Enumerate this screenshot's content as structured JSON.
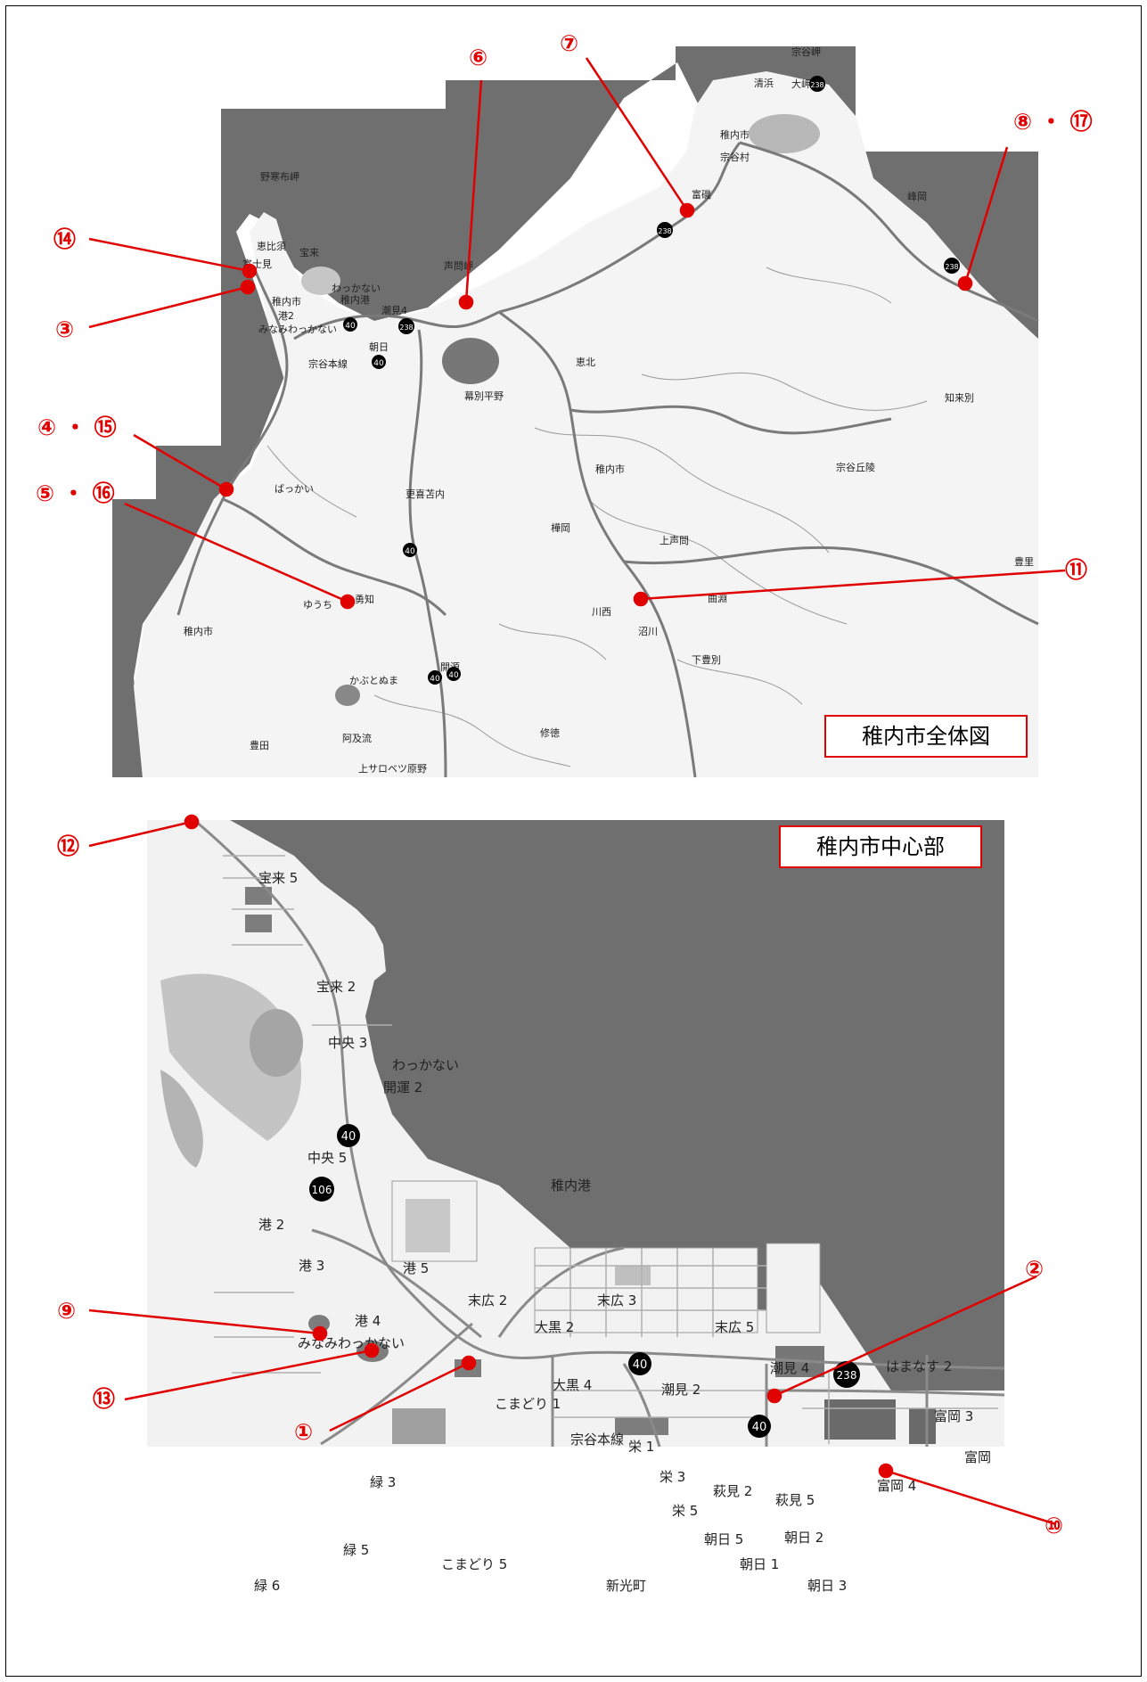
{
  "overview_map": {
    "title": "稚内市全体図",
    "labels": {
      "noshappu": "野寒布岬",
      "ebisu": "恵比須",
      "takara": "宝来",
      "fujimi": "富士見",
      "wakkanai_city": "稚内市",
      "minato2": "港2",
      "minami": "みなみわっかない",
      "wakkanai_kou": "わっかない",
      "wakkanai_port": "稚内港",
      "shiomi4": "潮見4",
      "asahi": "朝日",
      "koetoi": "声問岬",
      "bakubetsu": "幕別平野",
      "keihoku": "恵北",
      "soya_line": "宗谷本線",
      "hakkai": "ばっかい",
      "sarakishinai": "更喜苫内",
      "yuuchi": "ゆうち",
      "yuchi_town": "勇知",
      "wakkanai_west": "稚内市",
      "kabutonuma": "かぶとぬま",
      "kaigen": "開源",
      "toyota": "豊田",
      "abashiri": "阿及流",
      "kami_sarobetsu": "上サロベツ原野",
      "soya_cape": "宗谷岬",
      "otomari": "大岬",
      "kiyohama": "清浜",
      "wakkanai_center": "稚内市",
      "soyamura": "宗谷村",
      "fuiso": "富磯",
      "minemine": "峰岡",
      "wakkanai_mid": "稚内市",
      "soya_hill": "宗谷丘陵",
      "shiraiwa": "知来別",
      "kamikoetoi": "上声問",
      "kabaoka": "樺岡",
      "kyokubuchi": "曲淵",
      "kawanishi": "川西",
      "numakawa": "沼川",
      "shimotoyobetsu": "下豊別",
      "shusei": "修徳",
      "toyosato": "豊里",
      "r40": "40",
      "r238": "238"
    }
  },
  "center_map": {
    "title": "稚内市中心部",
    "labels": {
      "horai5": "宝来 5",
      "horai2": "宝来 2",
      "chuo3": "中央 3",
      "wakkanai": "わっかない",
      "kaiun2": "開運 2",
      "chuo5": "中央 5",
      "port": "稚内港",
      "minato2": "港 2",
      "minato3": "港 3",
      "minato5": "港 5",
      "minato4": "港 4",
      "minami": "みなみわっかない",
      "suehiro2": "末広 2",
      "suehiro3": "末広 3",
      "suehiro5": "末広 5",
      "daikoku2": "大黒 2",
      "daikoku4": "大黒 4",
      "shiomi2": "潮見 2",
      "shiomi4": "潮見 4",
      "hamanasu2": "はまなす 2",
      "tomioka3": "富岡 3",
      "tomioka": "富岡",
      "tomioka4": "富岡 4",
      "komadori1": "こまどり 1",
      "komadori5": "こまどり 5",
      "midori3": "緑 3",
      "midori5": "緑 5",
      "midori6": "緑 6",
      "sakae1": "栄 1",
      "sakae3": "栄 3",
      "sakae5": "栄 5",
      "soya": "宗谷本線",
      "hagimi2": "萩見 2",
      "hagimi5": "萩見 5",
      "asahi5": "朝日 5",
      "asahi2": "朝日 2",
      "asahi1": "朝日 1",
      "asahi3": "朝日 3",
      "shinkoucho": "新光町",
      "r40": "40",
      "r106": "106",
      "r238": "238"
    }
  },
  "markers": {
    "m1": "①",
    "m2": "②",
    "m3": "③",
    "m4": "④ ・ ⑮",
    "m5": "⑤ ・ ⑯",
    "m6": "⑥",
    "m7": "⑦",
    "m8": "⑧ ・ ⑰",
    "m9": "⑨",
    "m10": "⑩",
    "m11": "⑪",
    "m12": "⑫",
    "m13": "⑬",
    "m14": "⑭"
  },
  "colors": {
    "sea": "#6f6f6f",
    "land": "#f4f4f4",
    "park": "#a8a8a8",
    "road": "#777777",
    "marker": "#e00000"
  }
}
